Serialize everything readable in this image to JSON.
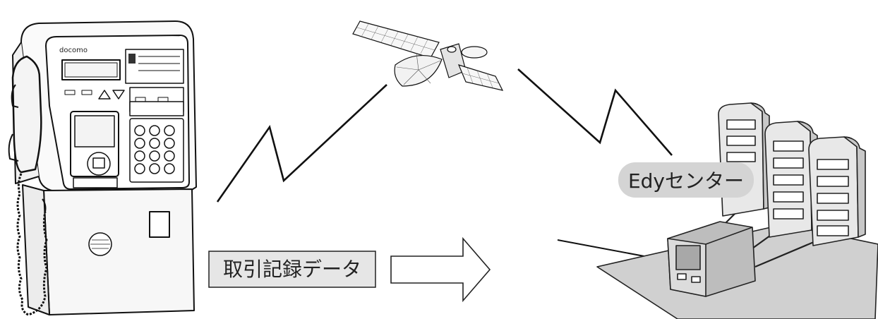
{
  "phone": {
    "brand_label": "docomo"
  },
  "data_label": "取引記録データ",
  "center_label": "Edyセンター",
  "colors": {
    "line": "#111111",
    "label_box_fill": "#e6e6e6",
    "center_label_fill": "#d4d4d4",
    "server_fill": "#e8e8e8",
    "server_side": "#c8c8c8",
    "platform_fill": "#d0d0d0",
    "terminal_fill": "#bdbdbd"
  },
  "icons": {
    "phone": "public-telephone-icon",
    "satellite": "satellite-icon",
    "servers": "server-rack-icon",
    "arrow": "arrow-right-icon",
    "links": "wireless-link-icon"
  }
}
